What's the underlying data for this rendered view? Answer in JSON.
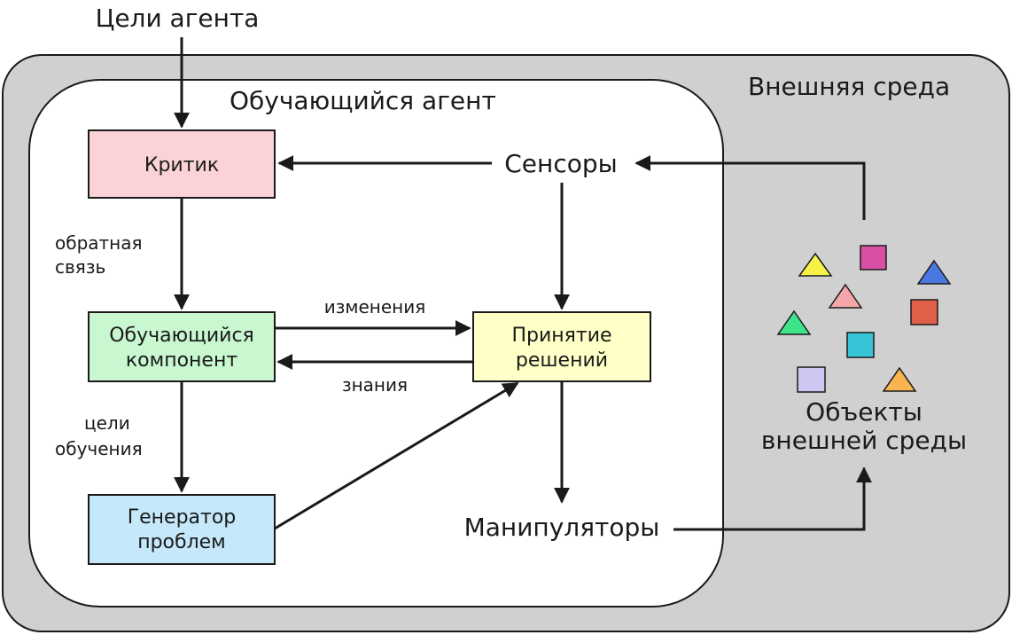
{
  "top_label": "Цели агента",
  "environment": {
    "label": "Внешняя среда"
  },
  "agent": {
    "label": "Обучающийся агент"
  },
  "nodes": {
    "critic": "Критик",
    "learning_line1": "Обучающийся",
    "learning_line2": "компонент",
    "generator_line1": "Генератор",
    "generator_line2": "проблем",
    "decision_line1": "Принятие",
    "decision_line2": "решений",
    "sensors": "Сенсоры",
    "manipulators": "Манипуляторы",
    "objects_line1": "Объекты",
    "objects_line2": "внешней среды"
  },
  "edges": {
    "feedback_line1": "обратная",
    "feedback_line2": "связь",
    "changes": "изменения",
    "knowledge": "знания",
    "goals_line1": "цели",
    "goals_line2": "обучения"
  },
  "colors": {
    "environment_bg": "#d0d0d0",
    "agent_bg": "#ffffff",
    "critic": "#fbd3d6",
    "learning": "#c8f7d0",
    "generator": "#c5e8fa",
    "decision": "#ffffc8",
    "objects": [
      "#f7f24a",
      "#d94fa6",
      "#4a78e0",
      "#f4a6a8",
      "#e0604a",
      "#3ee48a",
      "#37c4d6",
      "#cfc6f2",
      "#f8b450"
    ]
  }
}
